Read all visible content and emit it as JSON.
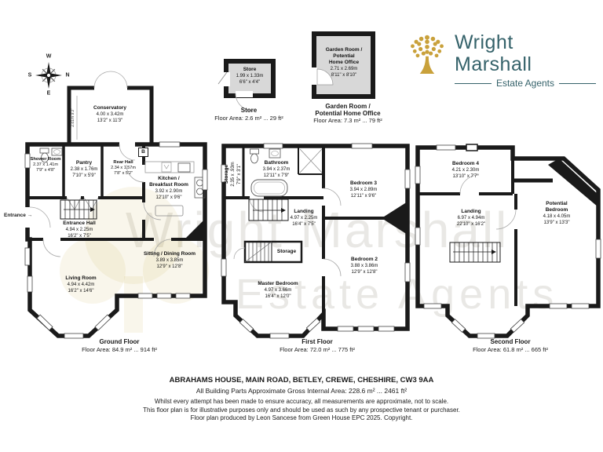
{
  "brand": {
    "name": "Wright Marshall",
    "tagline": "Estate Agents",
    "text_color": "#35626a",
    "tree_color": "#c9a13b"
  },
  "watermark": {
    "line1": "Wright Marshall",
    "line2": "Estate Agents"
  },
  "compass": {
    "top": "W",
    "right": "N",
    "left": "S",
    "bottom": "E"
  },
  "entrance": {
    "label": "Entrance",
    "arrow": "→"
  },
  "boiler_label": "B",
  "outbuildings": {
    "store": {
      "name": "Store",
      "dims_m": "1.99 x 1.33m",
      "dims_ft": "6'6\" x 4'4\"",
      "caption_title": "Store",
      "caption_area": "Floor Area: 2.6 m² ... 29 ft²"
    },
    "garden_room": {
      "name": "Garden Room /",
      "name2": "Potential",
      "name3": "Home Office",
      "dims_m": "2.71 x 2.69m",
      "dims_ft": "8'11\" x 8'10\"",
      "caption_title": "Garden Room /",
      "caption_title2": "Potential Home Office",
      "caption_area": "Floor Area: 7.3 m² ... 79 ft²"
    }
  },
  "ground_floor": {
    "label": "Ground Floor",
    "area": "Floor Area: 84.9 m² ... 914 ft²",
    "side_dim": "2.81m 9'3\"",
    "rooms": {
      "conservatory": {
        "name": "Conservatory",
        "m": "4.00 x 3.42m",
        "ft": "13'2\" x 11'3\""
      },
      "shower_room": {
        "name": "Shower Room",
        "m": "2.37 x 1.41m",
        "ft": "7'9\" x 4'8\""
      },
      "pantry": {
        "name": "Pantry",
        "m": "2.38 x 1.76m",
        "ft": "7'10\" x 5'9\""
      },
      "rear_hall": {
        "name": "Rear Hall",
        "m": "2.34 x 1.57m",
        "ft": "7'8\" x 5'2\""
      },
      "kitchen": {
        "name": "Kitchen /",
        "name2": "Breakfast Room",
        "m": "3.92 x 2.90m",
        "ft": "12'10\" x 9'6\""
      },
      "entrance_hall": {
        "name": "Entrance Hall",
        "m": "4.94 x 2.25m",
        "ft": "16'2\" x 7'5\""
      },
      "sitting_dining": {
        "name": "Sitting / Dining Room",
        "m": "3.89 x 3.85m",
        "ft": "12'9\" x 12'8\""
      },
      "living_room": {
        "name": "Living Room",
        "m": "4.94 x 4.42m",
        "ft": "16'2\" x 14'6\""
      }
    }
  },
  "first_floor": {
    "label": "First Floor",
    "area": "Floor Area: 72.0 m² ... 775 ft²",
    "rooms": {
      "storage_side": {
        "name": "Storage",
        "m": "2.35 x .93m",
        "ft": "7'9\" x 3'1\""
      },
      "bathroom": {
        "name": "Bathroom",
        "m": "3.94 x 2.37m",
        "ft": "12'11\" x 7'9\""
      },
      "bedroom3": {
        "name": "Bedroom 3",
        "m": "3.94 x 2.89m",
        "ft": "12'11\" x 9'6\""
      },
      "landing": {
        "name": "Landing",
        "m": "4.97 x 2.25m",
        "ft": "16'4\" x 7'5\""
      },
      "storage_mid": {
        "name": "Storage"
      },
      "bedroom2": {
        "name": "Bedroom 2",
        "m": "3.88 x 3.86m",
        "ft": "12'9\" x 12'8\""
      },
      "master_bedroom": {
        "name": "Master Bedroom",
        "m": "4.97 x 3.66m",
        "ft": "16'4\" x 12'0\""
      }
    }
  },
  "second_floor": {
    "label": "Second Floor",
    "area": "Floor Area: 61.8 m² ... 665 ft²",
    "rooms": {
      "bedroom4": {
        "name": "Bedroom 4",
        "m": "4.21 x 2.30m",
        "ft": "13'10\" x 7'7\""
      },
      "landing": {
        "name": "Landing",
        "m": "6.97 x 4.94m",
        "ft": "22'10\" x 16'2\""
      },
      "potential_bedroom": {
        "name": "Potential",
        "name2": "Bedroom",
        "m": "4.18 x 4.05m",
        "ft": "13'9\" x 13'3\""
      }
    }
  },
  "footer": {
    "address": "ABRAHAMS HOUSE, MAIN ROAD, BETLEY, CREWE, CHESHIRE, CW3 9AA",
    "gross_area": "All Building Parts Approximate Gross Internal Area: 228.6 m² ... 2461 ft²",
    "disclaimer1": "Whilst every attempt has been made to ensure accuracy, all measurements are approximate, not to scale.",
    "disclaimer2": "This floor plan is for illustrative purposes only and should be used as such by any prospective tenant or purchaser.",
    "credit": "Floor plan produced by Leon Sancese from Green House EPC 2025. Copyright."
  }
}
